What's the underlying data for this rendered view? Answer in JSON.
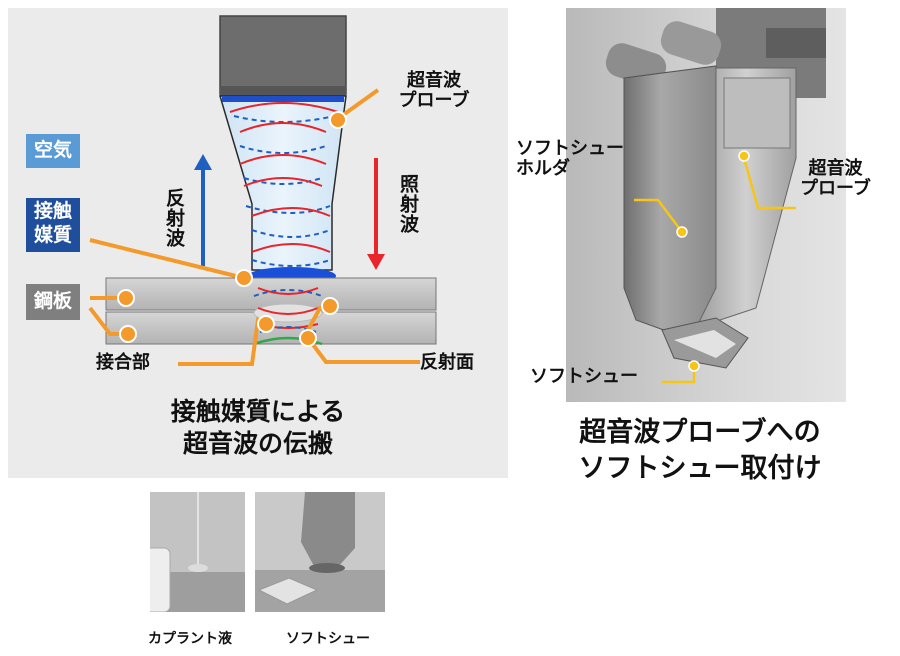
{
  "diagram": {
    "labels": {
      "probe": [
        "超音波",
        "プローブ"
      ],
      "air": "空気",
      "couplant": [
        "接触",
        "媒質"
      ],
      "steel": "鋼板",
      "reflected_wave": "反射波",
      "incident_wave": "照射波",
      "joint": "接合部",
      "reflect_surface": "反射面"
    },
    "title": [
      "接触媒質による",
      "超音波の伝搬"
    ],
    "colors": {
      "panel_bg": "#ebebeb",
      "air_box": "#5b9bd5",
      "couplant_box": "#1f4e9c",
      "steel_box": "#7f7f7f",
      "leader": "#f39a2a",
      "reflected_arrow": "#1f5fbf",
      "incident_arrow": "#e8252b"
    }
  },
  "photo": {
    "labels": {
      "holder": [
        "ソフトシュー",
        "ホルダ"
      ],
      "probe": [
        "超音波",
        "プローブ"
      ],
      "shoe": "ソフトシュー"
    },
    "title": [
      "超音波プローブへの",
      "ソフトシュー取付け"
    ],
    "colors": {
      "leader": "#f5c518"
    }
  },
  "bottom": {
    "captions": [
      "カプラント液",
      "ソフトシュー"
    ]
  }
}
